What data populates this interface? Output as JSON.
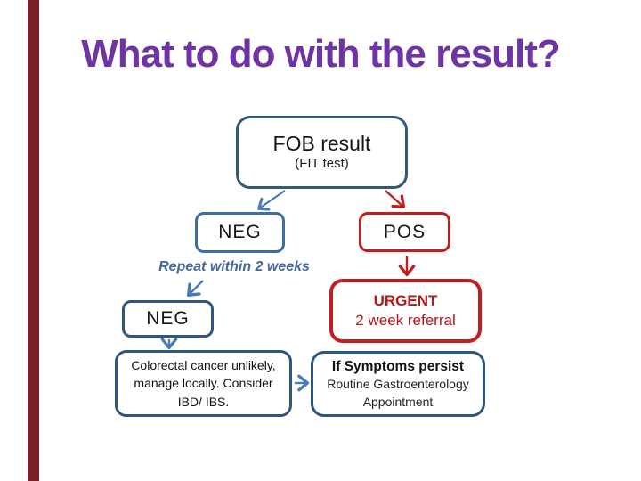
{
  "slide": {
    "title": "What to do with the result?"
  },
  "decor": {
    "accent_bar_color": "#7d2027"
  },
  "colors": {
    "title_purple": "#6e34a3",
    "box_border_blue_dark": "#2e567e",
    "box_border_blue_medium": "#3a6ea5",
    "box_border_red": "#c01e20",
    "arrow_blue": "#4a7ab8",
    "arrow_red": "#c01e20",
    "note_blue": "#44699e",
    "urgent_text_red": "#b5181b",
    "text_dark": "#161616"
  },
  "flowchart": {
    "fob_box": {
      "title": "FOB result",
      "subtitle": "(FIT test)"
    },
    "neg_box_1": {
      "label": "NEG"
    },
    "pos_box": {
      "label": "POS"
    },
    "repeat_note": {
      "text": "Repeat within 2 weeks"
    },
    "neg_box_2": {
      "label": "NEG"
    },
    "urgent_box": {
      "line1": "URGENT",
      "line2": "2 week referral"
    },
    "manage_box": {
      "line1": "Colorectal cancer unlikely,",
      "line2": "manage locally. Consider",
      "line3": "IBD/ IBS."
    },
    "referral_box": {
      "line1": "If Symptoms persist",
      "line2": "Routine Gastroenterology",
      "line3": "Appointment"
    }
  }
}
